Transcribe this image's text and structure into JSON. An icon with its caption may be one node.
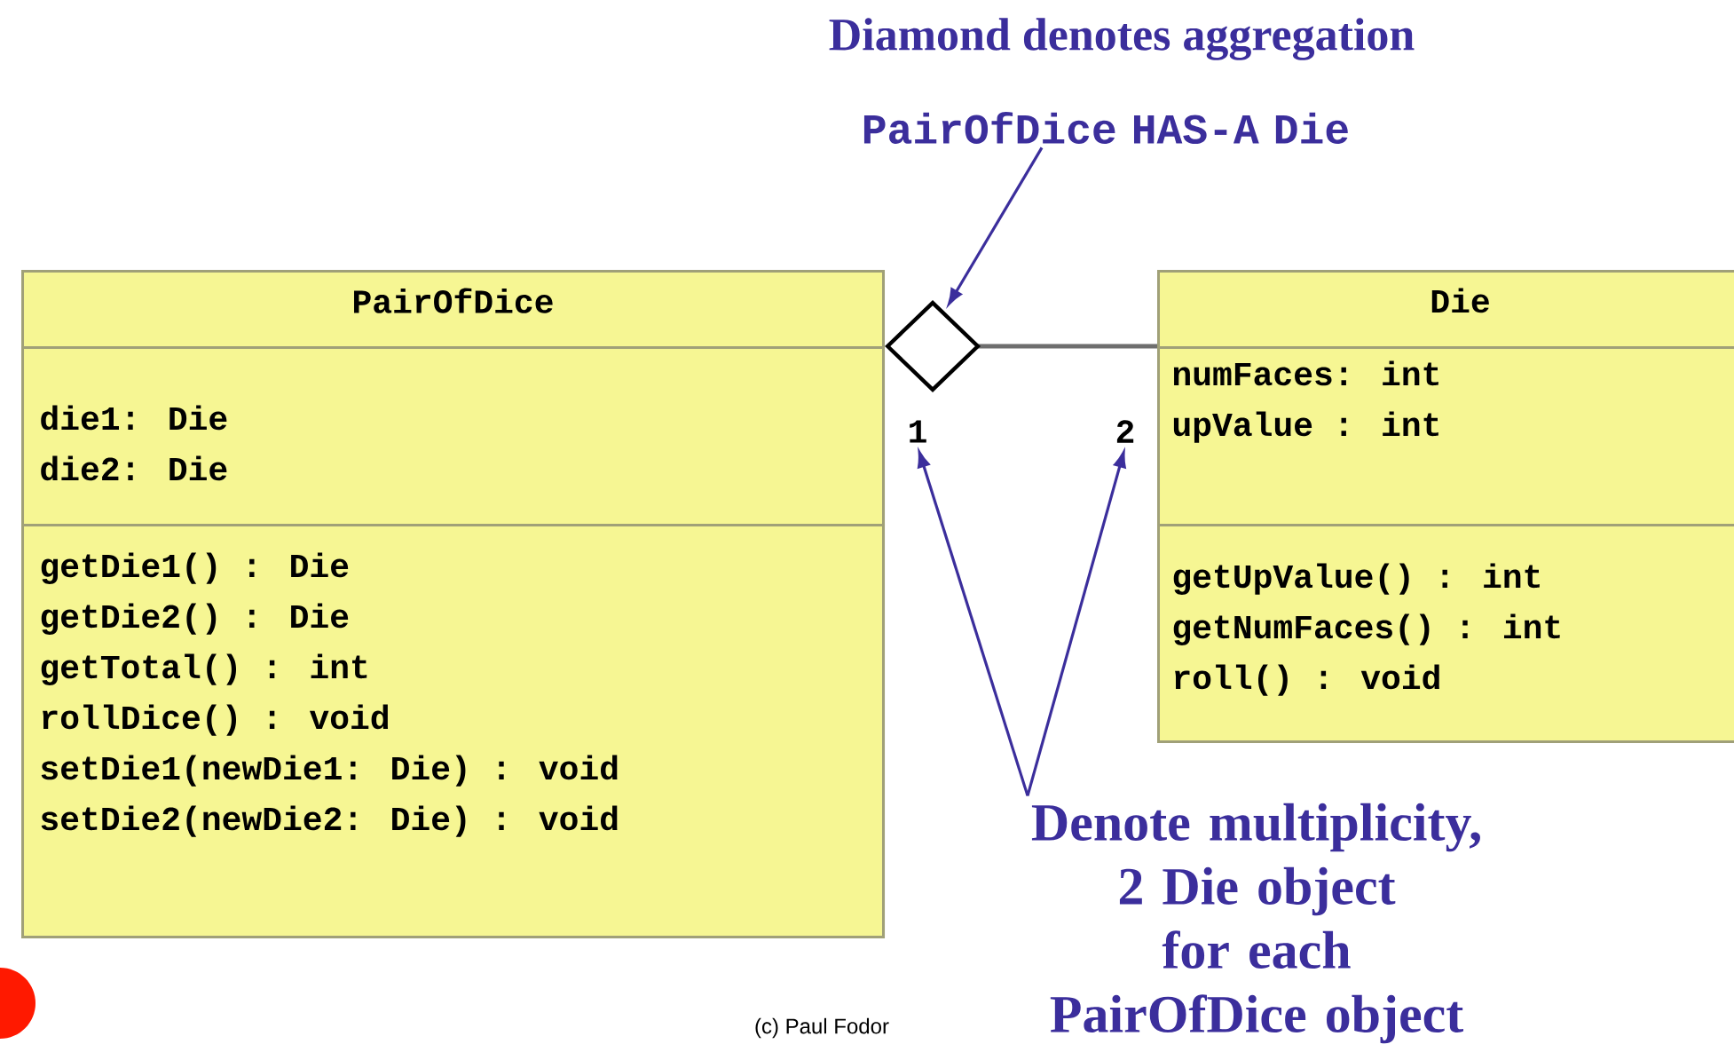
{
  "diagram": {
    "nodes": [
      {
        "text": [
          "PairOfDice"
        ]
      },
      {
        "text": [
          "die1: Die",
          "die2: Die"
        ],
        "in": 0
      },
      {
        "text": [
          "getDie1() : Die",
          "getDie2() : Die",
          "getTotal() : int",
          "rollDice() : void",
          "setDie1(newDie1: Die) : void",
          "setDie2(newDie2: Die) : void"
        ],
        "in": 0
      },
      {
        "text": [
          "Die"
        ]
      },
      {
        "text": [
          "numFaces: int",
          "upValue : int"
        ],
        "in": 3
      },
      {
        "text": [
          "getUpValue() : int",
          "getNumFaces() : int",
          "roll() : void"
        ],
        "in": 3
      },
      {
        "text": [
          "PairOfDice HAS-A Die"
        ]
      },
      {
        "text": [
          "Denote multiplicity, 2 Die object for each PairOfDice object"
        ]
      },
      {
        "text": [
          "1"
        ]
      },
      {
        "text": [
          "2"
        ]
      }
    ],
    "edges": [
      {
        "from": 0,
        "to": 3,
        "arrow": "other",
        "color": "#6e6e6e"
      },
      {
        "from": 6,
        "to": null,
        "arrow": "to"
      },
      {
        "from": 7,
        "to": 8,
        "arrow": "to"
      },
      {
        "from": 7,
        "to": 9,
        "arrow": "to"
      }
    ],
    "labels": [
      "Diamond denotes aggregation",
      "(c) Paul Fodor"
    ]
  }
}
